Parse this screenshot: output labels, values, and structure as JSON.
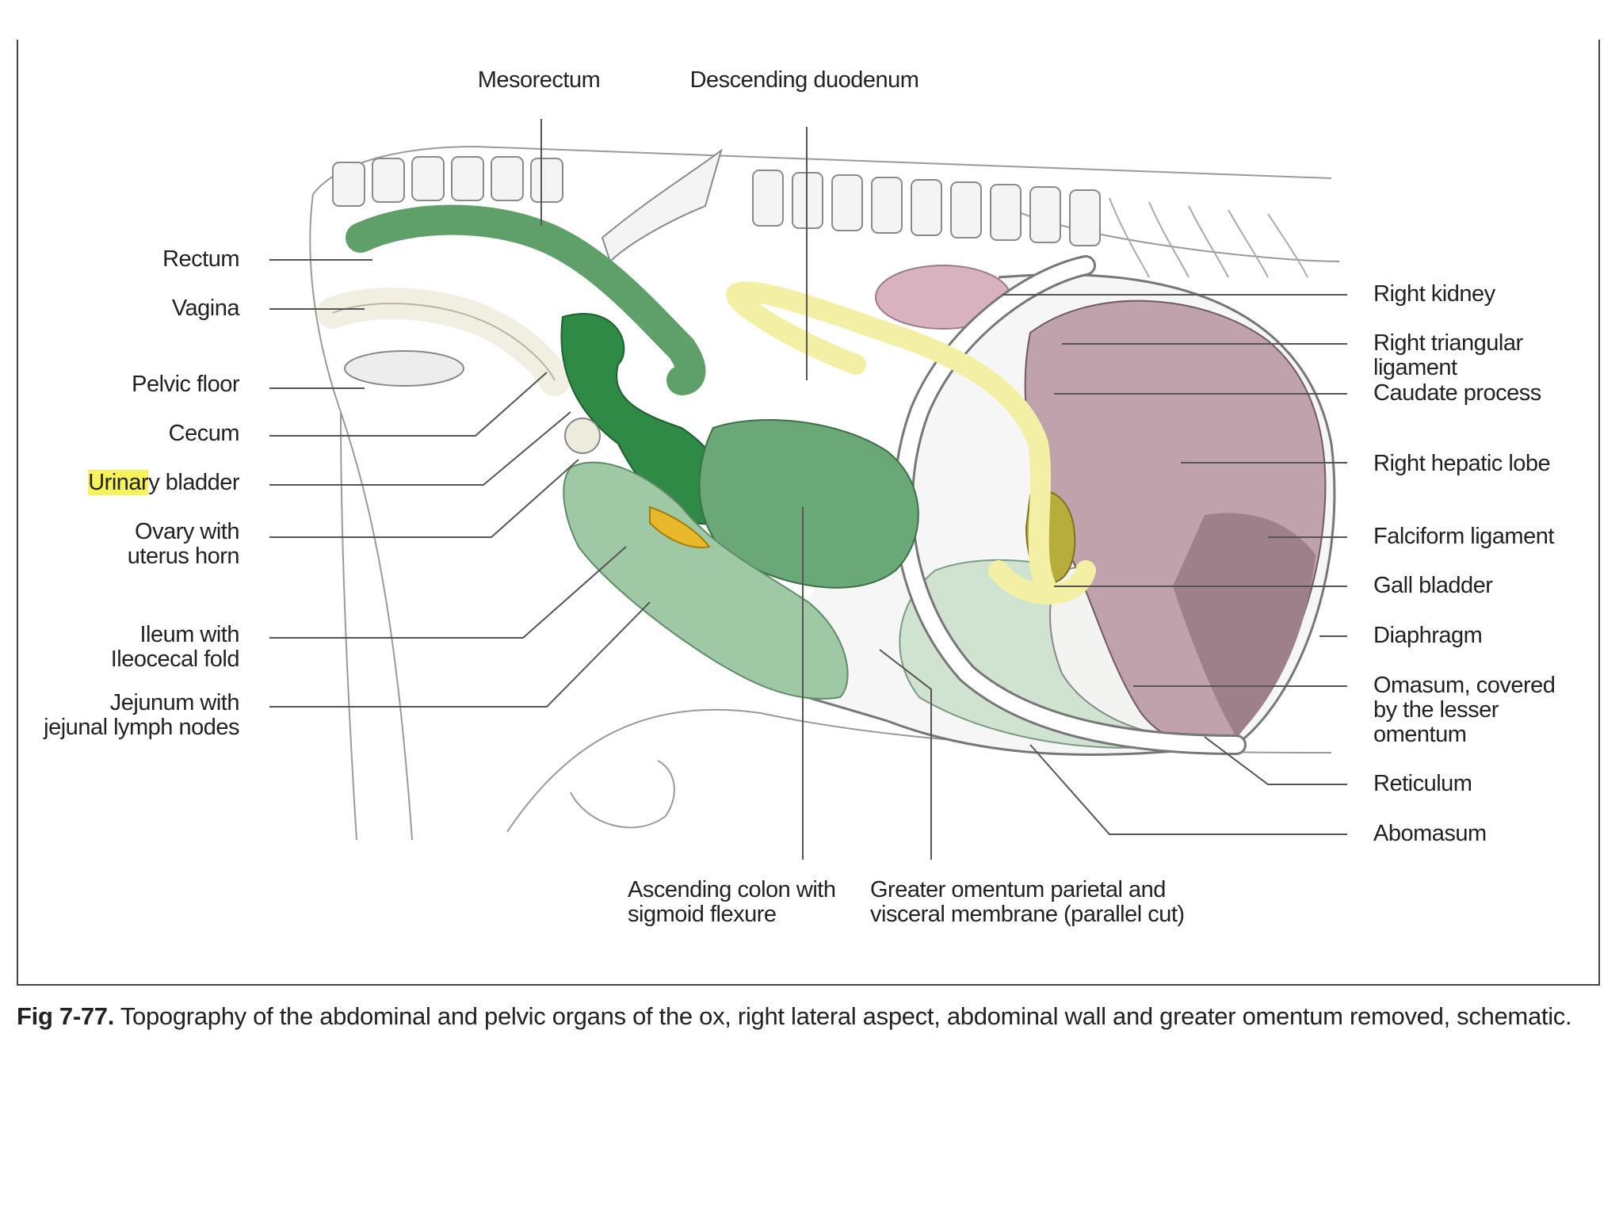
{
  "labels": {
    "top": {
      "mesorectum": "Mesorectum",
      "descending_duodenum": "Descending duodenum"
    },
    "left": {
      "rectum": "Rectum",
      "vagina": "Vagina",
      "pelvic_floor": "Pelvic floor",
      "cecum": "Cecum",
      "urinary_hl": "Urinar",
      "urinary_rest": "y bladder",
      "ovary_1": "Ovary with",
      "ovary_2": "uterus horn",
      "ileum_1": "Ileum with",
      "ileum_2": "Ileocecal fold",
      "jejunum_1": "Jejunum with",
      "jejunum_2": "jejunal lymph nodes"
    },
    "right": {
      "right_kidney": "Right kidney",
      "right_triangular_1": "Right triangular",
      "right_triangular_2": "ligament",
      "caudate_process": "Caudate process",
      "right_hepatic_lobe": "Right hepatic lobe",
      "falciform_ligament": "Falciform ligament",
      "gall_bladder": "Gall bladder",
      "diaphragm": "Diaphragm",
      "omasum_1": "Omasum, covered",
      "omasum_2": "by the lesser",
      "omasum_3": "omentum",
      "reticulum": "Reticulum",
      "abomasum": "Abomasum"
    },
    "bottom": {
      "ascending_1": "Ascending colon with",
      "ascending_2": "sigmoid flexure",
      "greater_1": "Greater  omentum  parietal  and",
      "greater_2": "visceral membrane (parallel cut)"
    }
  },
  "caption": {
    "figure_number": "Fig 7-77.",
    "text": "Topography of the abdominal and pelvic organs of the ox, right lateral aspect, abdominal wall and greater omentum removed, schematic."
  },
  "colors": {
    "highlight": "#f6f25a",
    "rectum_green": "#5f9f6a",
    "cecum_green": "#2f8a46",
    "colon_green": "#6aa878",
    "jejunum_green": "#9fc8a4",
    "duodenum_yellow": "#f3f0a6",
    "liver": "#bfa2ab",
    "gall_bladder": "#b7ad3c",
    "kidney": "#d8b3bf",
    "abomasum": "#cfe3d0",
    "ovary_yellow": "#e6b82a"
  }
}
